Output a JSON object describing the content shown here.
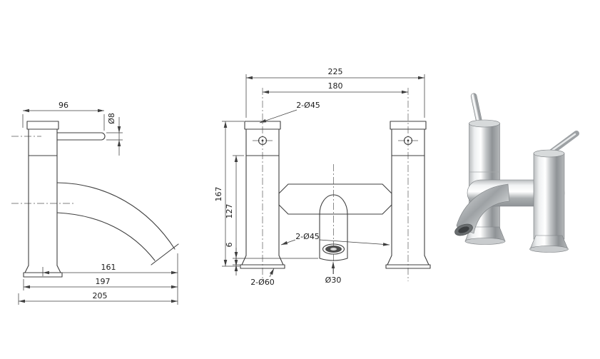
{
  "colors": {
    "background": "#ffffff",
    "linework": "#3f3f3f",
    "text": "#1c1c1c",
    "chrome_light": "#f2f3f4",
    "chrome_dark": "#8f9396"
  },
  "side": {
    "labels": {
      "d96": "96",
      "d8": "Ø8",
      "d161": "161",
      "d197": "197",
      "d205": "205"
    }
  },
  "front": {
    "labels": {
      "d225": "225",
      "d180": "180",
      "d45top": "2-Ø45",
      "d167": "167",
      "d127": "127",
      "d6": "6",
      "d45bot": "2-Ø45",
      "d60": "2-Ø60",
      "d30": "Ø30"
    }
  }
}
